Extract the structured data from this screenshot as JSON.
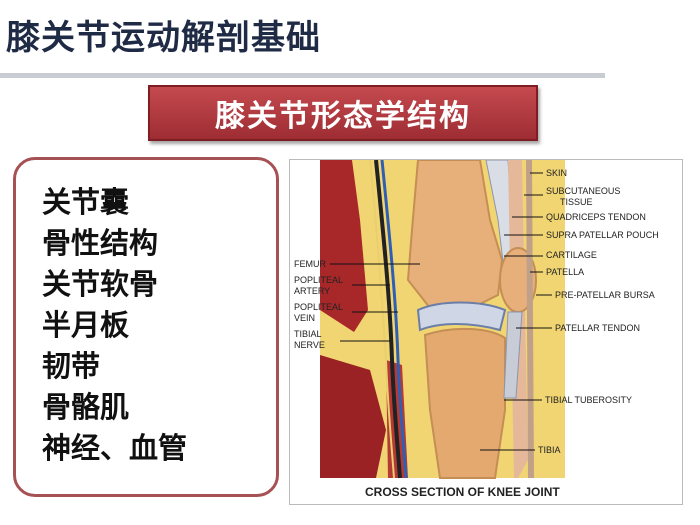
{
  "header": {
    "title": "膝关节运动解剖基础",
    "subtitle": "膝关节形态学结构"
  },
  "structures_list": [
    "关节囊",
    "骨性结构",
    "关节软骨",
    "半月板",
    "韧带",
    "骨骼肌",
    "神经、血管"
  ],
  "figure": {
    "caption": "CROSS SECTION OF KNEE JOINT",
    "right_labels": {
      "skin": "SKIN",
      "subcutaneous_1": "SUBCUTANEOUS",
      "subcutaneous_2": "TISSUE",
      "quadriceps": "QUADRICEPS TENDON",
      "pouch": "SUPRA PATELLAR POUCH",
      "cartilage": "CARTILAGE",
      "patella": "PATELLA",
      "bursa": "PRE-PATELLAR BURSA",
      "patellar_tendon": "PATELLAR TENDON",
      "tuberosity": "TIBIAL TUBEROSITY",
      "tibia": "TIBIA"
    },
    "left_labels": {
      "femur": "FEMUR",
      "pop_artery_1": "POPLITEAL",
      "pop_artery_2": "ARTERY",
      "pop_vein_1": "POPLITEAL",
      "pop_vein_2": "VEIN",
      "tibial_nerve_1": "TIBIAL",
      "tibial_nerve_2": "NERVE"
    }
  }
}
